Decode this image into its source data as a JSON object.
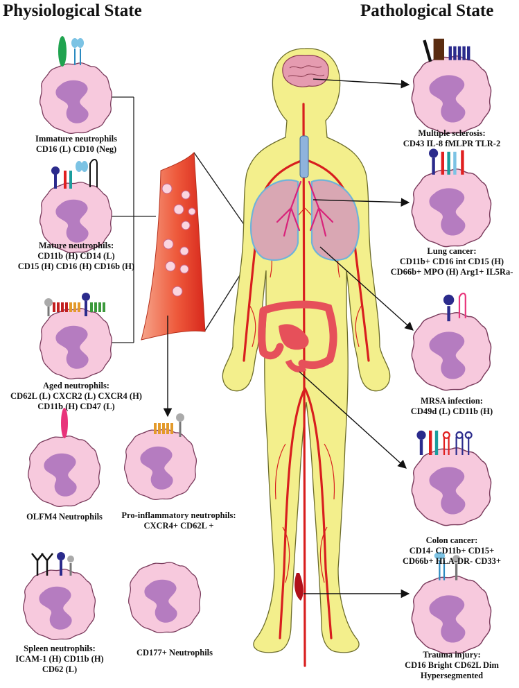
{
  "headings": {
    "left": "Physiological State",
    "right": "Pathological State"
  },
  "physiological": [
    {
      "id": "immature",
      "lines": [
        "Immature neutrophils",
        "CD16 (L) CD10 (Neg)"
      ]
    },
    {
      "id": "mature",
      "lines": [
        "Mature neutrophils:",
        "CD11b (H) CD14 (L)",
        "CD15 (H) CD16 (H) CD16b (H)"
      ]
    },
    {
      "id": "aged",
      "lines": [
        "Aged neutrophils:",
        "CD62L (L) CXCR2 (L) CXCR4 (H)",
        "CD11b (H) CD47 (L)"
      ]
    },
    {
      "id": "olfm4",
      "lines": [
        "OLFM4 Neutrophils"
      ]
    },
    {
      "id": "proinflammatory",
      "lines": [
        "Pro-inflammatory neutrophils:",
        "CXCR4+ CD62L +"
      ]
    },
    {
      "id": "spleen",
      "lines": [
        "Spleen neutrophils:",
        "ICAM-1 (H) CD11b (H)",
        "CD62 (L)"
      ]
    },
    {
      "id": "cd177",
      "lines": [
        "CD177+ Neutrophils"
      ]
    }
  ],
  "pathological": [
    {
      "id": "ms",
      "lines": [
        "Multiple sclerosis:",
        "CD43 IL-8 fMLPR TLR-2"
      ]
    },
    {
      "id": "lung",
      "lines": [
        "Lung cancer:",
        "CD11b+ CD16 int CD15 (H)",
        "CD66b+ MPO (H) Arg1+ IL5Ra-"
      ]
    },
    {
      "id": "mrsa",
      "lines": [
        "MRSA infection:",
        "CD49d (L) CD11b (H)"
      ]
    },
    {
      "id": "colon",
      "lines": [
        "Colon cancer:",
        "CD14- CD11b+ CD15+",
        "CD66b+ HLA-DR- CD33+"
      ]
    },
    {
      "id": "trauma",
      "lines": [
        "Trauma injury:",
        "CD16 Bright CD62L Dim",
        "Hypersegmented"
      ]
    }
  ],
  "colors": {
    "cell_fill": "#f7c9dd",
    "cell_stroke": "#7a3b5c",
    "nucleus": "#b57cc0",
    "body_fill": "#f3ef8c",
    "body_stroke": "#6b6b2a",
    "vessel": "#d81e1e",
    "lung": "#d9a7b3",
    "organ_red": "#e6505a"
  }
}
